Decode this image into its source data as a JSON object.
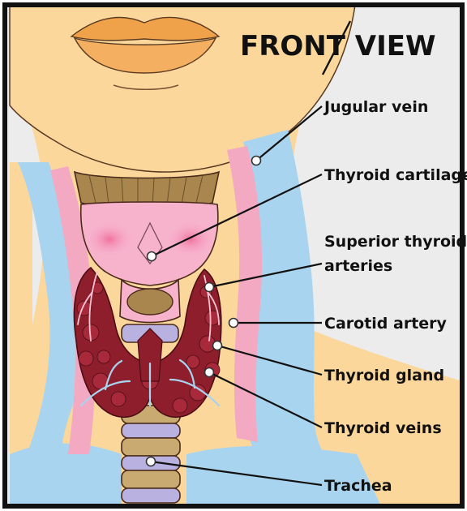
{
  "diagram": {
    "title": "FRONT VIEW",
    "labels": {
      "jugular_vein": "Jugular vein",
      "thyroid_cartilage": "Thyroid cartilage",
      "superior_thyroid_arteries_line1": "Superior thyroid",
      "superior_thyroid_arteries_line2": "arteries",
      "carotid_artery": "Carotid artery",
      "thyroid_gland": "Thyroid gland",
      "thyroid_veins": "Thyroid veins",
      "trachea": "Trachea"
    }
  },
  "colors": {
    "skin": "#fbd79c",
    "skin_shadow": "#f2c27d",
    "background": "#ececec",
    "vein_blue": "#a9d4ef",
    "artery_pink": "#f3a9c2",
    "cartilage_pink": "#f7b2cc",
    "thyroid_red": "#8f1e2c",
    "trachea_purple": "#b9b2e0",
    "trachea_tan": "#c9ab72",
    "muscle_brown": "#a8864e",
    "lips": "#f0a24a",
    "border": "#111111"
  }
}
